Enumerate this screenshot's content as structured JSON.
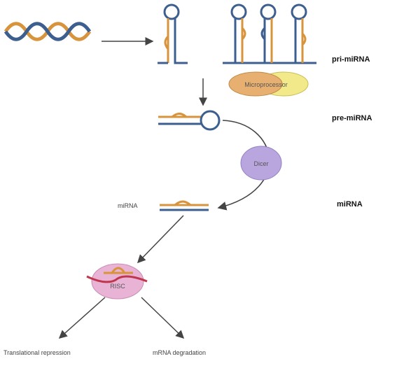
{
  "stages": {
    "pri": "pri-miRNA",
    "pre": "pre-miRNA",
    "mature": "miRNA"
  },
  "enzymes": {
    "microprocessor": "Microprocessor",
    "dicer": "Dicer",
    "risc": "RISC"
  },
  "labels": {
    "mirna_side": "miRNA"
  },
  "outcomes": {
    "left": "Translational  repression",
    "right": "mRNA degradation"
  },
  "colors": {
    "blue_strand": "#3d5f8f",
    "orange_strand": "#d8943c",
    "microprocessor_fill": "#e8b070",
    "microprocessor_partner": "#f2e98a",
    "dicer_fill": "#b9a6de",
    "risc_fill": "#e8b3d5",
    "mrna_strand": "#c0364e",
    "arrow": "#444444"
  }
}
